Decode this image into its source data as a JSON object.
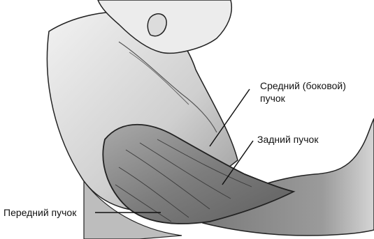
{
  "labels": {
    "middle_line1": "Средний (боковой)",
    "middle_line2": "пучок",
    "posterior": "Задний пучок",
    "anterior": "Передний пучок"
  },
  "colors": {
    "deltoid_fill": "#8a8a8a",
    "skin_fill": "#d9d9d9",
    "outline": "#222222",
    "leader": "#111111"
  }
}
